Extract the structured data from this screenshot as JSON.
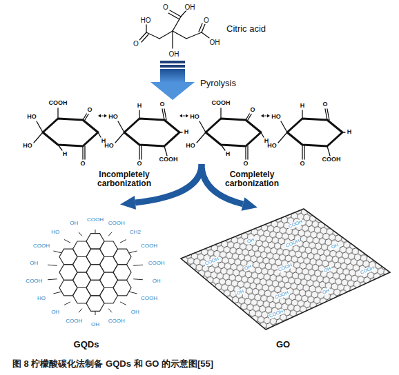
{
  "diagram": {
    "caption": "图 8 柠檬酸碳化法制备 GQDs 和 GO 的示意图[55]",
    "labels": [
      "Citric acid",
      "Pyrolysis",
      "Incompletely carbonization",
      "Completely carbonization",
      "GQDs",
      "GO",
      "OH",
      "O",
      "HO",
      "O",
      "O",
      "OH",
      "OH",
      "COOH",
      "HO",
      "O",
      "H",
      "HO",
      "H",
      "O",
      "H",
      "O",
      "HO",
      "H",
      "HO",
      "O",
      "COOH",
      "COOH",
      "HO",
      "O",
      "H",
      "HO",
      "H",
      "O",
      "H",
      "O",
      "HO",
      "H",
      "HO",
      "O",
      "COOH",
      "COOH",
      "COOH",
      "CH2",
      "COOH",
      "COOH",
      "OH",
      "COOH",
      "OH",
      "COOH",
      "OH",
      "COOH",
      "OH",
      "HO",
      "COOH",
      "OH",
      "COOH",
      "HO",
      "OH",
      "COOH",
      "OH",
      "COOH",
      "OH",
      "COOH",
      "OH",
      "COOH",
      "OH",
      "COOH",
      "OH",
      "COOH",
      "OH",
      "COOH"
    ]
  }
}
